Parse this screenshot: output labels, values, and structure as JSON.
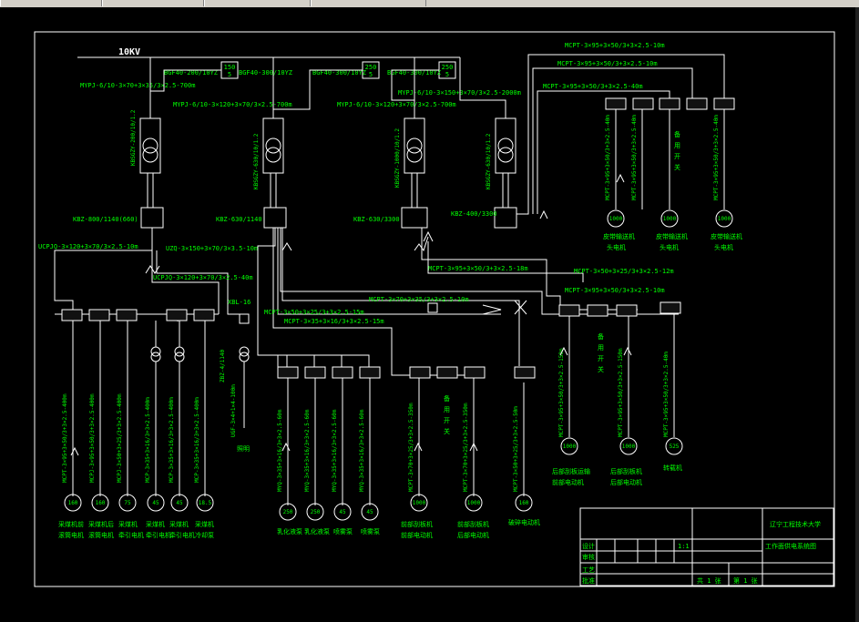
{
  "bus_label": "10KV",
  "fuse_labels": [
    "150\n5",
    "250\n5",
    "250\n5"
  ],
  "feeders": [
    {
      "id": "f1",
      "label": "BGF40-200/10YZ",
      "cable": "MYPJ-6/10-3×70+3×35/3×2.5-700m"
    },
    {
      "id": "f2",
      "label": "BGF40-300/10YZ",
      "cable": "MYPJ-6/10-3×120+3×70/3×2.5-700m"
    },
    {
      "id": "f3",
      "label": "BGF40-300/10YZ",
      "cable": "MYPJ-6/10-3×120+3×70/3×2.5-700m"
    },
    {
      "id": "f4",
      "label": "BGF40-300/10YZ",
      "cable": "MYPJ-6/10-3×150+3×70/3×2.5-2000m"
    }
  ],
  "transformers": [
    "KBSGZY-200/10/1.2",
    "KBSGZY-630/10/1.2",
    "KBSGZY-1000/10/1.2",
    "KBSGZY-630/10/1.2"
  ],
  "switches": [
    "KBZ-800/1140(660)",
    "KBZ-630/1140",
    "KBZ-630/3300",
    "KBZ-400/3300"
  ],
  "cables": {
    "c1": "UCPJQ-3×120+3×70/3×2.5-10m",
    "c2": "UCPJQ-3×120+3×70/3×2.5-40m",
    "c3": "UZQ-3×150+3×70/3×3.5-10m",
    "c4": "MCPT-3×95+3×50/3+3×2.5-18m",
    "c5": "MCPT-3×50+3×25/3+3×2.5-15m",
    "c6": "MCPT-3×70+3×35/3+3×2.5-10m",
    "c7": "MCPT-3×35+3×16/3+3×2.5-15m",
    "c8": "MCPT-3×95+3×50/3+3×2.5-10m",
    "c9": "MCPT-3×50+3×25/3+3×2.5-12m",
    "c10": "MCPT-3×95+3×50/3+3×2.5-10m",
    "c11": "MCPT-3×95+3×50/3+3×2.5-10m",
    "c12": "MCPT-3×95+3×50/3+3×2.5-40m",
    "c13": "MCPT-3×50+3×25/3+3×2.5-15m"
  },
  "xl_label": "XBL-16",
  "zbz_label": "ZBZ-4/1140",
  "zbz_cable": "UGF-3×4+1×4-100m",
  "lighting_label": "照明",
  "backup_switch": [
    "备",
    "用",
    "开",
    "关"
  ],
  "bottom_motors": [
    {
      "power": "160",
      "name": [
        "采煤机前",
        "滚筒电机"
      ]
    },
    {
      "power": "160",
      "name": [
        "采煤机后",
        "滚筒电机"
      ]
    },
    {
      "power": "75",
      "name": [
        "采煤机",
        "牵引电机"
      ]
    },
    {
      "power": "45",
      "name": [
        "采煤机",
        "牵引电机"
      ]
    },
    {
      "power": "45",
      "name": [
        "采煤机",
        "牵引电机"
      ]
    },
    {
      "power": "18.5",
      "name": [
        "采煤机",
        "冷却泵"
      ]
    },
    {
      "power": "250",
      "name": [
        "乳化液泵"
      ]
    },
    {
      "power": "250",
      "name": [
        "乳化液泵"
      ]
    },
    {
      "power": "45",
      "name": [
        "喷雾泵"
      ]
    },
    {
      "power": "45",
      "name": [
        "喷雾泵"
      ]
    },
    {
      "power": "1000",
      "name": [
        "前部刮板机",
        "前部电动机"
      ]
    },
    {
      "power": "1000",
      "name": [
        "前部刮板机",
        "后部电动机"
      ]
    },
    {
      "power": "160",
      "name": [
        "破碎电动机"
      ]
    },
    {
      "power": "1000",
      "name": [
        "后部刮板运输",
        "前部电动机"
      ]
    },
    {
      "power": "1000",
      "name": [
        "后部刮板机",
        "后部电动机"
      ]
    },
    {
      "power": "525",
      "name": [
        "转载机"
      ]
    }
  ],
  "top_motors": [
    {
      "power": "1000",
      "name": [
        "皮带输送机",
        "头电机"
      ]
    },
    {
      "power": "1000",
      "name": [
        "皮带输送机",
        "头电机"
      ]
    },
    {
      "power": "1000",
      "name": [
        "皮带输送机",
        "头电机"
      ]
    }
  ],
  "title_block": {
    "school": "辽宁工程技术大学",
    "drawing": "工作面供电系统图",
    "scale": "1:1",
    "sheet": "共 1 张",
    "page": "第 1 张",
    "row_labels": [
      "设计",
      "审核",
      "工艺",
      "批准"
    ]
  }
}
